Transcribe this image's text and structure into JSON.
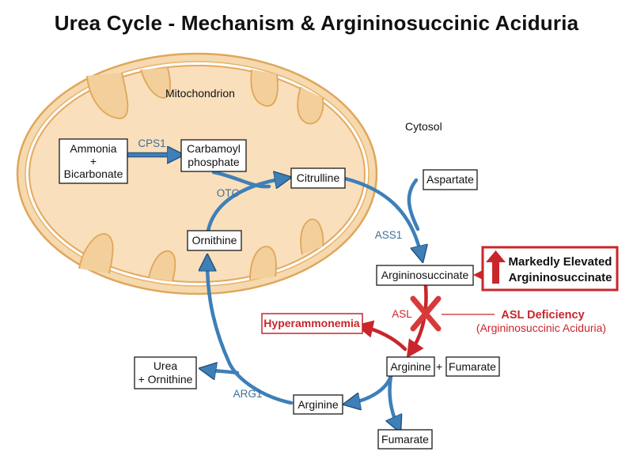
{
  "title": "Urea Cycle - Mechanism & Argininosuccinic Aciduria",
  "compartments": {
    "mitochondrion": "Mitochondrion",
    "cytosol": "Cytosol"
  },
  "nodes": {
    "ammonia": [
      "Ammonia",
      "+",
      "Bicarbonate"
    ],
    "carbamoyl": [
      "Carbamoyl",
      "phosphate"
    ],
    "citrulline": "Citrulline",
    "ornithine": "Ornithine",
    "aspartate": "Aspartate",
    "argininosuccinate": "Argininosuccinate",
    "arginine_top": "Arginine",
    "plus": "+",
    "fumarate_top": "Fumarate",
    "arginine_bottom": "Arginine",
    "fumarate_bottom": "Fumarate",
    "urea_ornithine": [
      "Urea",
      "+ Ornithine"
    ]
  },
  "enzymes": {
    "cps1": "CPS1",
    "otc": "OTC",
    "ass1": "ASS1",
    "asl": "ASL",
    "arg1": "ARG1"
  },
  "callouts": {
    "elevated": [
      "Markedly Elevated",
      "Argininosuccinate"
    ],
    "hyperammonemia": "Hyperammonemia",
    "deficiency_title": "ASL Deficiency",
    "deficiency_sub": "(Argininosuccinic Aciduria)"
  },
  "colors": {
    "flow": "#3e7fb8",
    "alert": "#c8262b",
    "membrane": "#e9b877",
    "matrix": "#f9dfbb",
    "enzyme_text": "#3d6f99"
  }
}
